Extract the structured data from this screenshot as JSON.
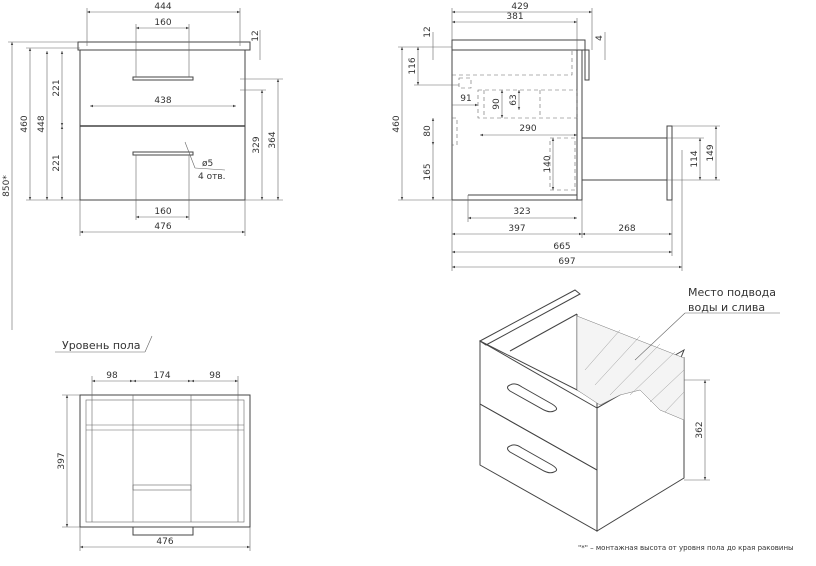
{
  "front_view": {
    "dims": {
      "width_top": "444",
      "handle_top": "160",
      "inner": "438",
      "width": "476",
      "handle_bottom": "160",
      "top_thk": "12",
      "h850": "850*",
      "h460": "460",
      "h448": "448",
      "drawer1": "221",
      "drawer2": "221",
      "h329": "329",
      "h364": "364"
    },
    "hole_label": "ø5",
    "hole_count": "4 отв."
  },
  "side_view": {
    "dims": {
      "d429": "429",
      "d381": "381",
      "t12": "12",
      "t4": "4",
      "h116": "116",
      "h460": "460",
      "d91": "91",
      "h90": "90",
      "h63": "63",
      "d290": "290",
      "h80": "80",
      "h165": "165",
      "h140": "140",
      "d323": "323",
      "d397": "397",
      "d268": "268",
      "d665": "665",
      "d697": "697",
      "h114": "114",
      "h149": "149"
    }
  },
  "floor_label": "Уровень пола",
  "plan_view": {
    "dims": {
      "a": "98",
      "b": "174",
      "c": "98",
      "depth": "397",
      "width": "476"
    }
  },
  "iso_view": {
    "label_line1": "Место подвода",
    "label_line2": "воды и слива",
    "h362": "362"
  },
  "footnote": "\"*\" – монтажная высота от уровня пола до края раковины"
}
